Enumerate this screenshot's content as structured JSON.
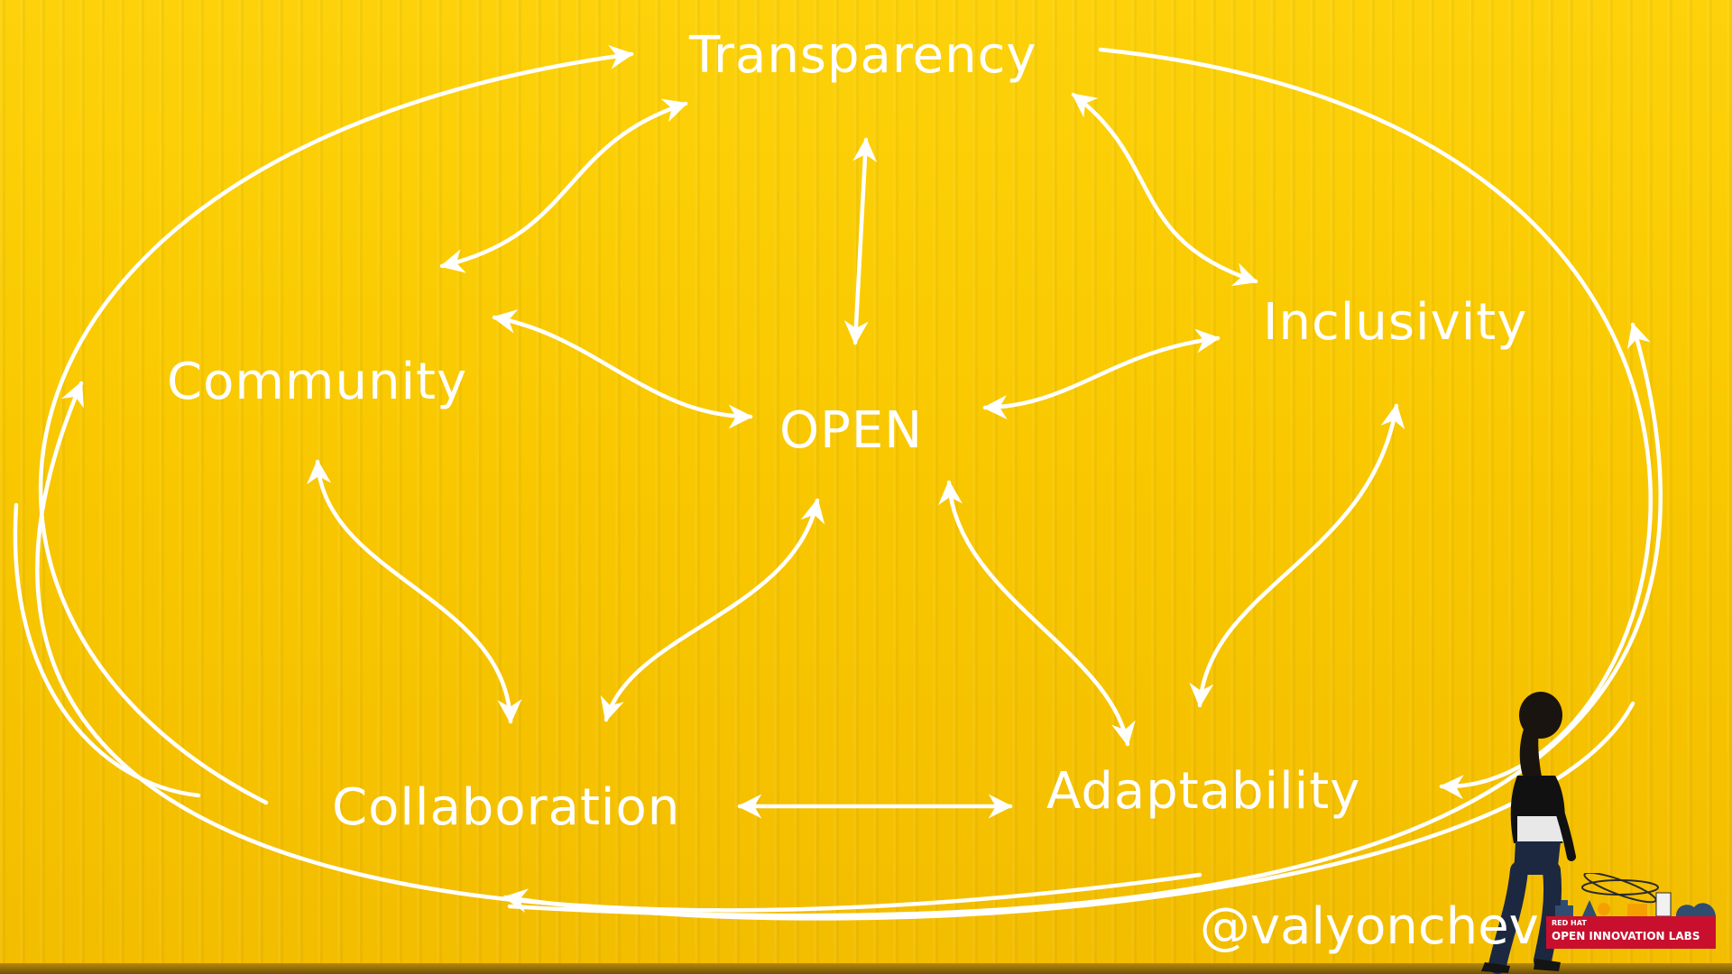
{
  "diagram": {
    "center": "OPEN",
    "nodes": {
      "transparency": "Transparency",
      "community": "Community",
      "inclusivity": "Inclusivity",
      "collaboration": "Collaboration",
      "adaptability": "Adaptability"
    },
    "edges": [
      {
        "from": "Transparency",
        "to": "OPEN",
        "direction": "both"
      },
      {
        "from": "Community",
        "to": "OPEN",
        "direction": "both"
      },
      {
        "from": "Inclusivity",
        "to": "OPEN",
        "direction": "both"
      },
      {
        "from": "Collaboration",
        "to": "OPEN",
        "direction": "both"
      },
      {
        "from": "Adaptability",
        "to": "OPEN",
        "direction": "both"
      },
      {
        "from": "Transparency",
        "to": "Community",
        "direction": "both"
      },
      {
        "from": "Transparency",
        "to": "Inclusivity",
        "direction": "both"
      },
      {
        "from": "Community",
        "to": "Collaboration",
        "direction": "both"
      },
      {
        "from": "Inclusivity",
        "to": "Adaptability",
        "direction": "both"
      },
      {
        "from": "Collaboration",
        "to": "Adaptability",
        "direction": "both"
      },
      {
        "from": "Collaboration",
        "to": "Transparency",
        "direction": "forward"
      },
      {
        "from": "Transparency",
        "to": "Adaptability",
        "direction": "forward"
      },
      {
        "from": "Collaboration",
        "to": "Inclusivity",
        "direction": "forward"
      },
      {
        "from": "Adaptability",
        "to": "Community",
        "direction": "forward"
      },
      {
        "from": "Community",
        "to": "Collaboration",
        "direction": "forward"
      },
      {
        "from": "Adaptability",
        "to": "Collaboration",
        "direction": "forward"
      }
    ]
  },
  "footer": {
    "handle": "@valyonchev",
    "logo_line1": "RED HAT",
    "logo_line2": "OPEN INNOVATION LABS"
  },
  "colors": {
    "background": "#f7c500",
    "text": "#ffffff",
    "arrows": "#ffffff",
    "logo_red": "#c8102e"
  }
}
